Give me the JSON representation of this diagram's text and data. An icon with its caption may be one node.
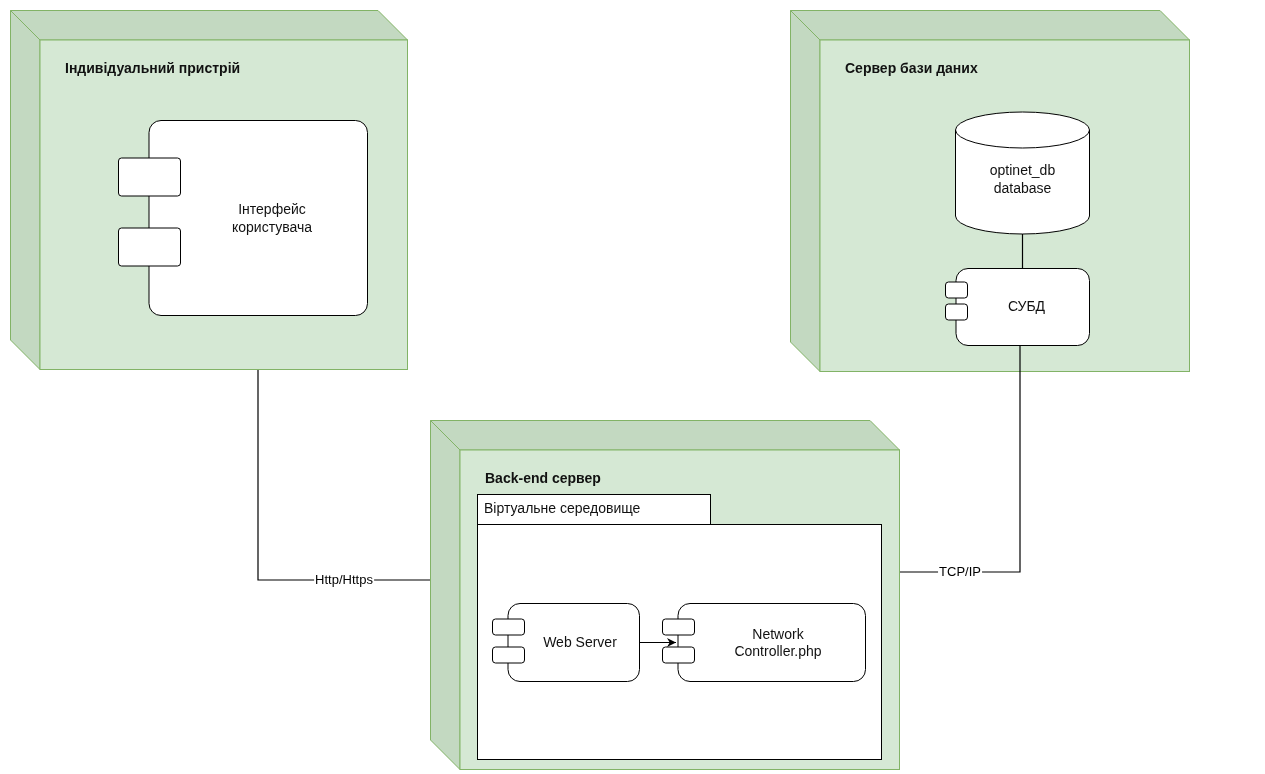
{
  "diagram": {
    "nodes": [
      {
        "text": [
          "Індивідуальний пристрій"
        ]
      },
      {
        "text": [
          "Інтерфейс користувача"
        ],
        "in": 0
      },
      {
        "text": [
          "Сервер бази даних"
        ]
      },
      {
        "text": [
          "optinet_db database"
        ],
        "in": 2
      },
      {
        "text": [
          "СУБД"
        ],
        "in": 2
      },
      {
        "text": [
          "Back-end сервер"
        ]
      },
      {
        "text": [
          "Віртуальне середовище"
        ],
        "in": 5
      },
      {
        "text": [
          "Web Server"
        ],
        "in": 6
      },
      {
        "text": [
          "Network Controller.php"
        ],
        "in": 6
      }
    ],
    "edges": [
      {
        "from": 0,
        "to": 5,
        "arrow": "none",
        "label": "Http/Https"
      },
      {
        "from": 3,
        "to": 4,
        "arrow": "none"
      },
      {
        "from": 4,
        "to": 5,
        "arrow": "none",
        "label": "TCP/IP"
      },
      {
        "from": 7,
        "to": 8,
        "arrow": "to"
      }
    ]
  }
}
